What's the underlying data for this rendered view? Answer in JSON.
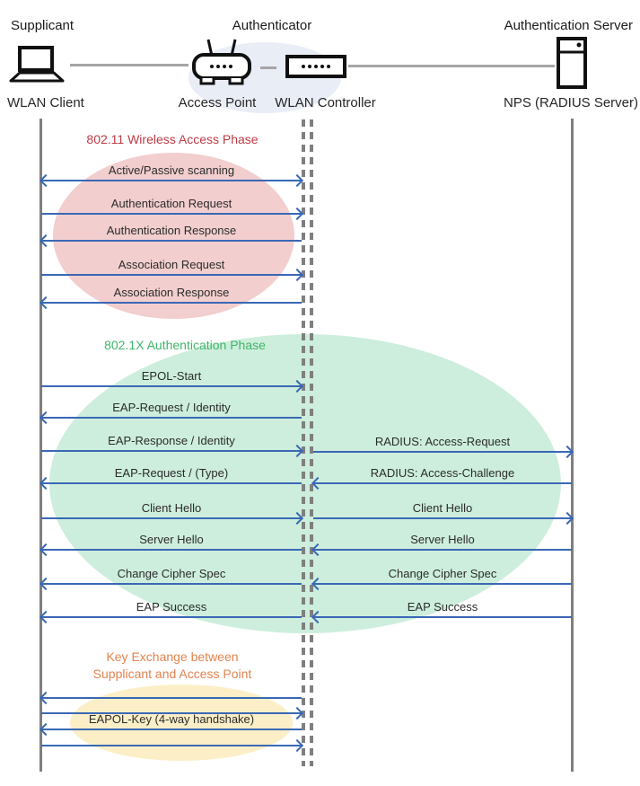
{
  "header": {
    "supplicant_role": "Supplicant",
    "authenticator_role": "Authenticator",
    "auth_server_role": "Authentication Server",
    "wlan_client": "WLAN Client",
    "access_point": "Access Point",
    "wlan_controller": "WLAN Controller",
    "nps": "NPS (RADIUS Server)"
  },
  "phases": {
    "wireless": {
      "title": "802.11 Wireless Access Phase"
    },
    "dot1x": {
      "title": "802.1X Authentication Phase"
    },
    "key_exchange": {
      "title_line1": "Key Exchange between",
      "title_line2": "Supplicant and Access Point"
    }
  },
  "messages": {
    "client_controller": [
      {
        "label": "Active/Passive scanning",
        "direction": "both"
      },
      {
        "label": "Authentication Request",
        "direction": "right"
      },
      {
        "label": "Authentication Response",
        "direction": "left"
      },
      {
        "label": "Association Request",
        "direction": "right"
      },
      {
        "label": "Association Response",
        "direction": "left"
      },
      {
        "label": "EPOL-Start",
        "direction": "right"
      },
      {
        "label": "EAP-Request / Identity",
        "direction": "left"
      },
      {
        "label": "EAP-Response / Identity",
        "direction": "right"
      },
      {
        "label": "EAP-Request / (Type)",
        "direction": "left"
      },
      {
        "label": "Client Hello",
        "direction": "right"
      },
      {
        "label": "Server Hello",
        "direction": "left"
      },
      {
        "label": "Change Cipher Spec",
        "direction": "left"
      },
      {
        "label": "EAP Success",
        "direction": "left"
      },
      {
        "label": "",
        "direction": "left"
      },
      {
        "label": "",
        "direction": "right"
      },
      {
        "label": "EAPOL-Key (4-way handshake)",
        "direction": "left"
      },
      {
        "label": "",
        "direction": "right"
      }
    ],
    "controller_server": [
      {
        "label": "RADIUS: Access-Request",
        "direction": "right"
      },
      {
        "label": "RADIUS: Access-Challenge",
        "direction": "left"
      },
      {
        "label": "Client Hello",
        "direction": "right"
      },
      {
        "label": "Server Hello",
        "direction": "left"
      },
      {
        "label": "Change Cipher Spec",
        "direction": "left"
      },
      {
        "label": "EAP Success",
        "direction": "left"
      }
    ]
  },
  "colors": {
    "arrow": "#3a68b5",
    "lifeline": "#7f7f7f",
    "connector": "#a6a6a6",
    "text": "#2b2b2b",
    "hub_ellipse": "#e9edf6",
    "wireless_title": "#be3a45",
    "wireless_fill": "#f2cece",
    "dot1x_title": "#3fb56a",
    "dot1x_fill": "#cdeedc",
    "key_title": "#e0834f",
    "key_fill": "#fcefc7"
  }
}
